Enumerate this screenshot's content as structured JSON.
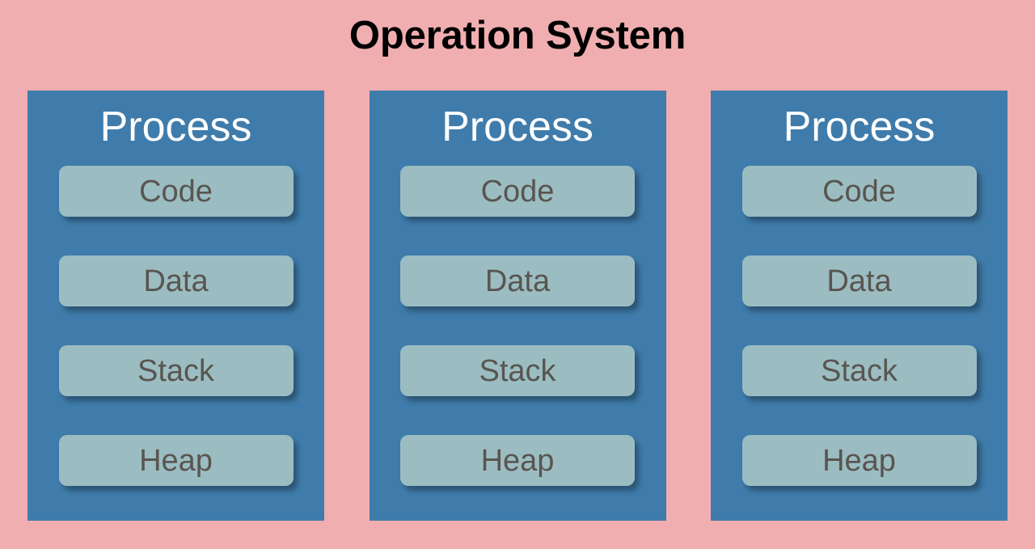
{
  "title": "Operation System",
  "colors": {
    "background": "#f0aeb0",
    "panel": "#3f7cab",
    "segment_box": "#9bbdc2",
    "segment_text": "#595550",
    "panel_title_text": "#ffffff",
    "title_text": "#000000"
  },
  "panels": [
    {
      "title": "Process",
      "segments": [
        {
          "label": "Code"
        },
        {
          "label": "Data"
        },
        {
          "label": "Stack"
        },
        {
          "label": "Heap"
        }
      ]
    },
    {
      "title": "Process",
      "segments": [
        {
          "label": "Code"
        },
        {
          "label": "Data"
        },
        {
          "label": "Stack"
        },
        {
          "label": "Heap"
        }
      ]
    },
    {
      "title": "Process",
      "segments": [
        {
          "label": "Code"
        },
        {
          "label": "Data"
        },
        {
          "label": "Stack"
        },
        {
          "label": "Heap"
        }
      ]
    }
  ]
}
